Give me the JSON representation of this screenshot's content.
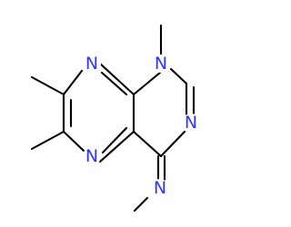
{
  "molecule": {
    "atoms": [
      {
        "id": "N1",
        "element": "N",
        "label": "N"
      },
      {
        "id": "N3",
        "element": "N",
        "label": "N"
      },
      {
        "id": "N5",
        "element": "N",
        "label": "N"
      },
      {
        "id": "N8",
        "element": "N",
        "label": "N"
      },
      {
        "id": "Nexo",
        "element": "N",
        "label": "N"
      }
    ],
    "colors": {
      "bond": "#000000",
      "nitrogen": "#3333ff",
      "background": "#ffffff"
    }
  }
}
